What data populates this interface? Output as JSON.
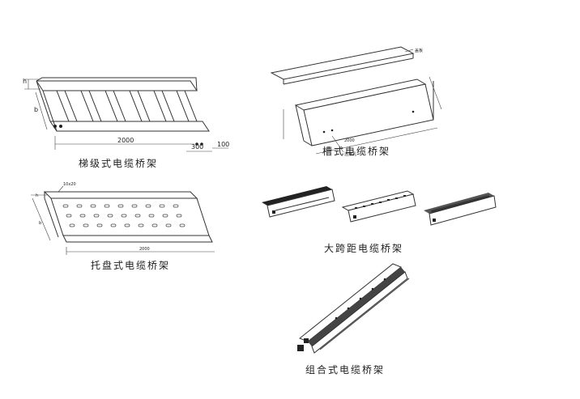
{
  "captions": {
    "ladder": "梯级式电缆桥架",
    "trough": "槽式电缆桥架",
    "tray": "托盘式电缆桥架",
    "longspan": "大跨距电缆桥架",
    "combined": "组合式电缆桥架"
  },
  "ladder_dims": {
    "h": "h",
    "b": "b",
    "length": "2000",
    "d1": "300",
    "d2": "100"
  },
  "trough_dims": {
    "cover": "盖板",
    "length": "2000",
    "hole": "连接孔"
  },
  "tray_dims": {
    "slot": "10x20",
    "h": "h",
    "b": "b",
    "length": "2000"
  }
}
